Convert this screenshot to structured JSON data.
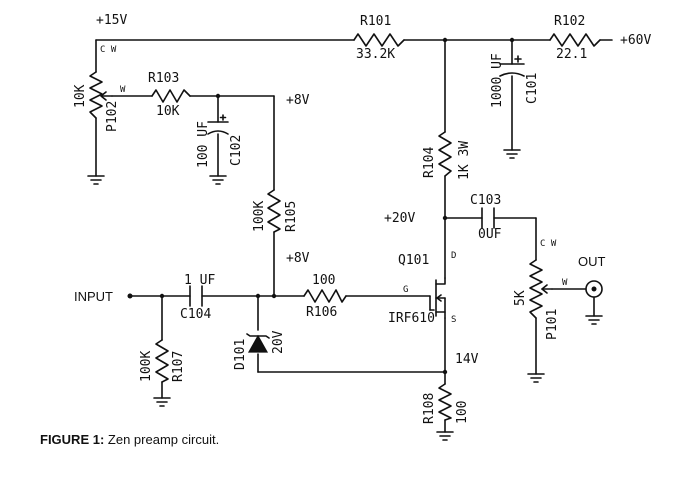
{
  "labels": {
    "plus15v": "+15V",
    "plus60v": "+60V",
    "plus8v_top": "+8V",
    "plus8v_mid": "+8V",
    "plus20v": "+20V",
    "v14": "14V",
    "input": "INPUT",
    "out": "OUT",
    "pin_cw": "C\nW",
    "pin_w": "W",
    "pin_g": "G",
    "pin_d": "D",
    "pin_s": "S"
  },
  "components": {
    "r101": {
      "ref": "R101",
      "value": "33.2K"
    },
    "r102": {
      "ref": "R102",
      "value": "22.1"
    },
    "r103": {
      "ref": "R103",
      "value": "10K"
    },
    "r104": {
      "ref": "R104",
      "value": "1K 3W"
    },
    "r105": {
      "ref": "R105",
      "value": "100K"
    },
    "r106": {
      "ref": "R106",
      "value": "100"
    },
    "r107": {
      "ref": "R107",
      "value": "100K"
    },
    "r108": {
      "ref": "R108",
      "value": "100"
    },
    "c101": {
      "ref": "C101",
      "value": "1000 UF"
    },
    "c102": {
      "ref": "C102",
      "value": "100 UF"
    },
    "c103": {
      "ref": "C103",
      "value": "0UF"
    },
    "c104": {
      "ref": "C104",
      "value": "1 UF"
    },
    "p101": {
      "ref": "P101",
      "value": "5K"
    },
    "p102": {
      "ref": "P102",
      "value": "10K"
    },
    "q101": {
      "ref": "Q101",
      "value": "IRF610"
    },
    "d101": {
      "ref": "D101",
      "value": "20V"
    }
  },
  "caption": {
    "label": "FIGURE 1:",
    "text": "Zen preamp circuit."
  }
}
